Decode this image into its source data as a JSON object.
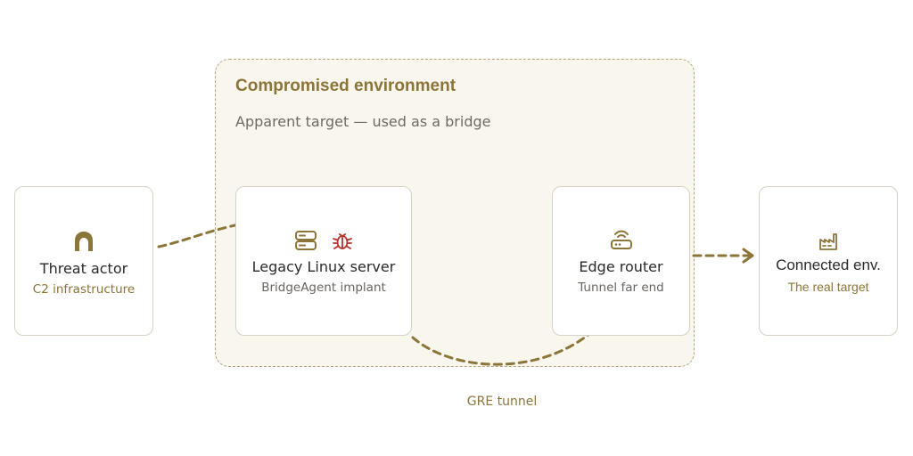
{
  "environment": {
    "title": "Compromised environment",
    "subtitle": "Apparent target — used as a bridge"
  },
  "nodes": {
    "threat_actor": {
      "label": "Threat actor",
      "sublabel": "C2 infrastructure",
      "icon": "hood-icon"
    },
    "linux_server": {
      "label": "Legacy Linux server",
      "sublabel": "BridgeAgent implant",
      "icons": [
        "server-icon",
        "bug-icon"
      ]
    },
    "edge_router": {
      "label": "Edge router",
      "sublabel": "Tunnel far end",
      "icon": "router-icon"
    },
    "connected_env": {
      "label": "Connected env.",
      "sublabel": "The real target",
      "icon": "factory-icon"
    }
  },
  "edges": {
    "tunnel_label": "GRE tunnel"
  },
  "colors": {
    "accent": "#8c7538",
    "arrow": "#8c7538",
    "bug": "#b4312b",
    "env_fill": "#f9f6ee",
    "env_border": "#b6a47c",
    "node_border": "#d8d2c6"
  }
}
